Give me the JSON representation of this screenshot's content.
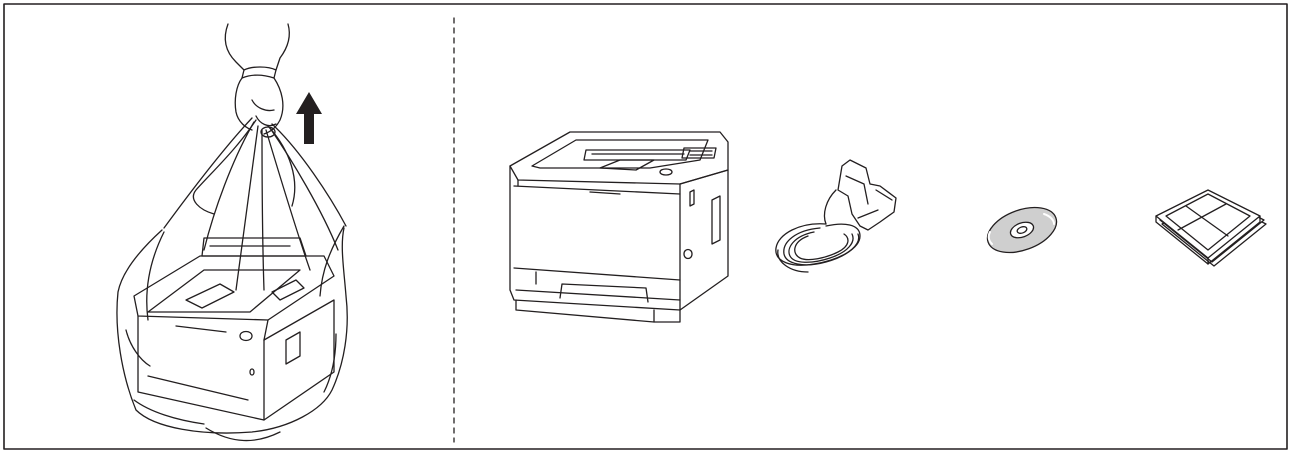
{
  "figure": {
    "frame_color": "#231f20",
    "line_color": "#231f20",
    "shade_color": "#cfcfcf",
    "left_panel": {
      "scene": "lifting-printer-out-of-bag",
      "elements": [
        "hand-icon",
        "up-arrow-icon",
        "plastic-bag",
        "printer"
      ]
    },
    "right_panel": {
      "items": [
        "printer",
        "power-cord",
        "cd-rom",
        "documentation"
      ]
    }
  }
}
